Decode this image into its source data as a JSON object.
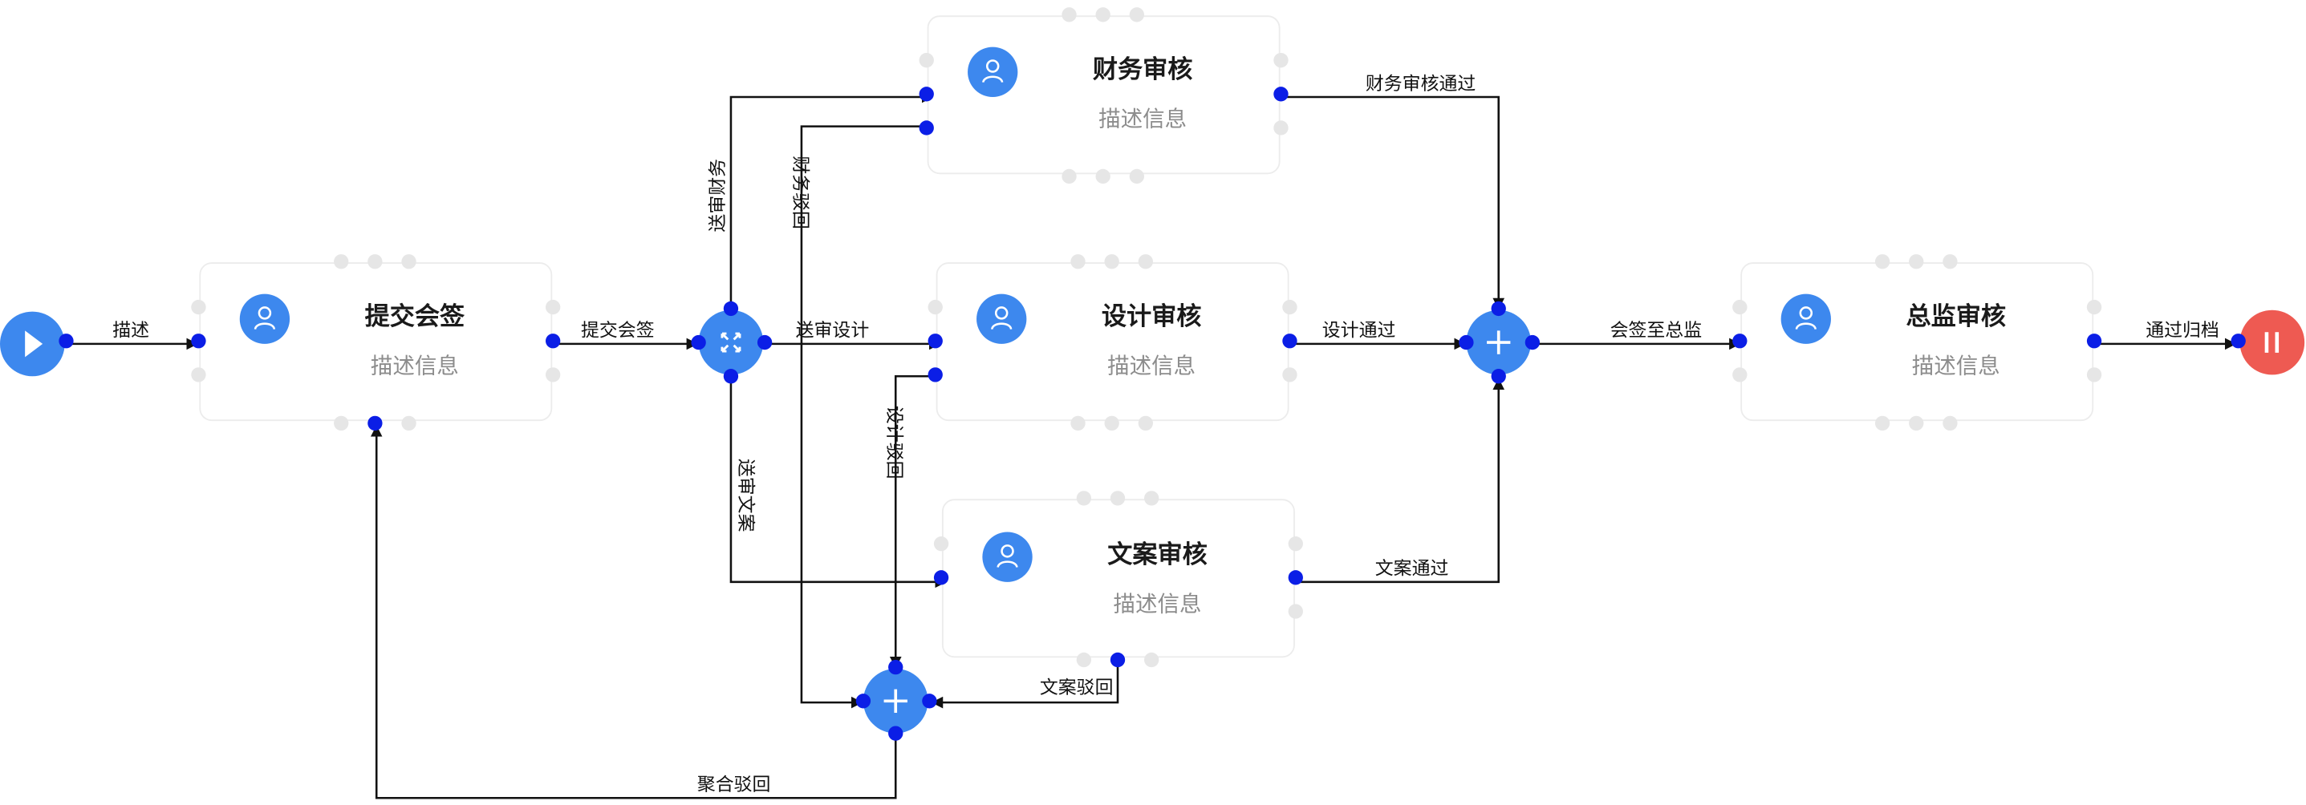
{
  "colors": {
    "accent": "#3d88ee",
    "port": "#0b1ee6",
    "end": "#ee5a52",
    "edge": "#111111"
  },
  "start": {
    "icon": "play-icon"
  },
  "end": {
    "icon": "pause-icon"
  },
  "gateways": {
    "split": {
      "icon": "expand-arrows-icon"
    },
    "join_top": {
      "icon": "plus-icon"
    },
    "join_bottom": {
      "icon": "plus-icon"
    }
  },
  "tasks": {
    "submit": {
      "title": "提交会签",
      "desc": "描述信息",
      "icon": "user-icon"
    },
    "finance": {
      "title": "财务审核",
      "desc": "描述信息",
      "icon": "user-icon"
    },
    "design": {
      "title": "设计审核",
      "desc": "描述信息",
      "icon": "user-icon"
    },
    "copy": {
      "title": "文案审核",
      "desc": "描述信息",
      "icon": "user-icon"
    },
    "director": {
      "title": "总监审核",
      "desc": "描述信息",
      "icon": "user-icon"
    }
  },
  "edges": {
    "start_submit": "描述",
    "submit_split": "提交会签",
    "to_finance": "送审财务",
    "finance_reject": "财务驳回",
    "to_design": "送审设计",
    "design_reject": "设计驳回",
    "to_copy": "送审文案",
    "finance_pass": "财务审核通过",
    "design_pass": "设计通过",
    "copy_pass": "文案通过",
    "copy_reject": "文案驳回",
    "merge_reject": "聚合驳回",
    "to_director": "会签至总监",
    "archive": "通过归档"
  }
}
